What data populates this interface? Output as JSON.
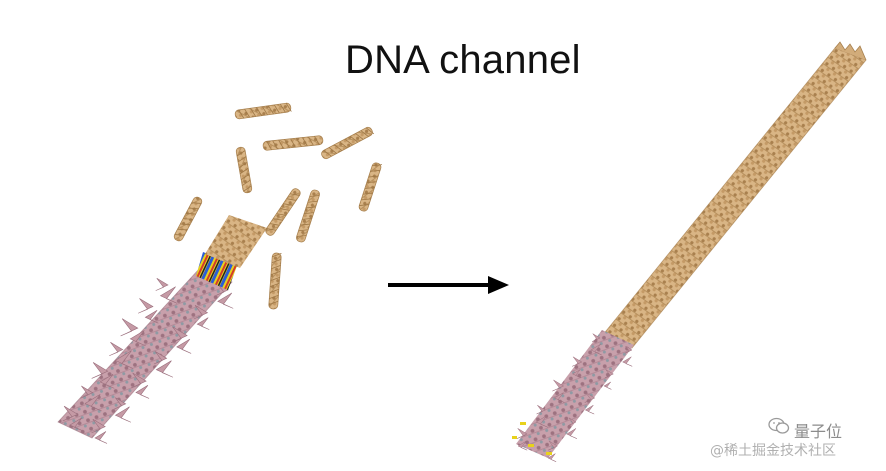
{
  "title": "DNA channel",
  "watermark": {
    "brand": "量子位",
    "site": "@稀土掘金技术社区",
    "icon": "wechat-icon"
  },
  "colors": {
    "dna_tan": "#d2ac7a",
    "dna_tan_dark": "#a67f4d",
    "dna_pink": "#c59aa5",
    "dna_pink_dark": "#9b6f7d",
    "dna_gray": "#8f9aa3",
    "arrow": "#000000",
    "helix_yellow": "#e8d21b",
    "helix_blue": "#2c5dd6",
    "helix_red": "#d23b2b"
  }
}
